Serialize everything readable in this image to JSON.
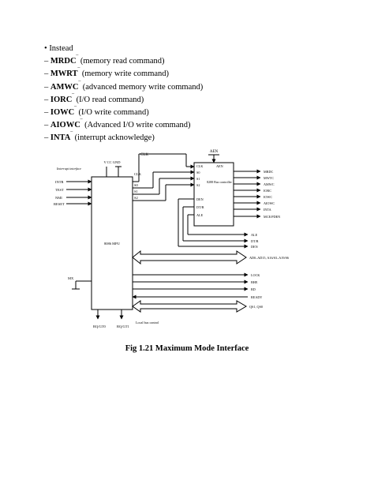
{
  "bullets": [
    {
      "prefix": "• ",
      "name": "",
      "desc": "Instead"
    },
    {
      "prefix": "– ",
      "name": "MRDC",
      "desc": "(memory read command)"
    },
    {
      "prefix": "– ",
      "name": "MWRT",
      "desc": "(memory write command)"
    },
    {
      "prefix": "– ",
      "name": "AMWC",
      "desc": "(advanced memory write command)"
    },
    {
      "prefix": "– ",
      "name": "IORC",
      "desc": "(I/O read command)"
    },
    {
      "prefix": "– ",
      "name": "IOWC",
      "desc": "(I/O write command)"
    },
    {
      "prefix": "– ",
      "name": "AIOWC",
      "desc": "(Advanced I/O write command)"
    },
    {
      "prefix": "– ",
      "name": "INTA",
      "desc": "(interrupt acknowledge)"
    }
  ],
  "overline_mark": "‾",
  "diagram": {
    "clk_top": "CLK",
    "aen_top": "AEN",
    "vcc_gnd": "V CC  GND",
    "interrupt_interface": "Interrupt interface",
    "mpu_inputs": [
      "INTR",
      "TEST",
      "NMI",
      "RESET"
    ],
    "mpu_clk": "CLK",
    "mpu_status": [
      "S0",
      "S1",
      "S2"
    ],
    "mpu_name": "8086 MPU",
    "mpu_mx": "MX",
    "mpu_rq": [
      "RQ/GT0",
      "RQ/GT1"
    ],
    "local_bus": "Local bus control",
    "ctrl_name": "8288 Bus controller",
    "ctrl_pins_left": [
      "CLK",
      "S0",
      "S1",
      "S2",
      "DEN",
      "DT/R",
      "ALE"
    ],
    "ctrl_aen": "AEN",
    "ctrl_outputs": [
      "MRDC",
      "MWTC",
      "AMWC",
      "IORC",
      "IOWC",
      "AIOWC",
      "INTA",
      "MCE/PDEN"
    ],
    "bus_signals": [
      "ALE",
      "DT/R",
      "DEN",
      "AD0–AD15, A16/S3–A19/S6",
      "LOCK",
      "BHE",
      "RD",
      "READY",
      "QS1, QS0"
    ]
  },
  "caption": "Fig 1.21 Maximum Mode Interface"
}
